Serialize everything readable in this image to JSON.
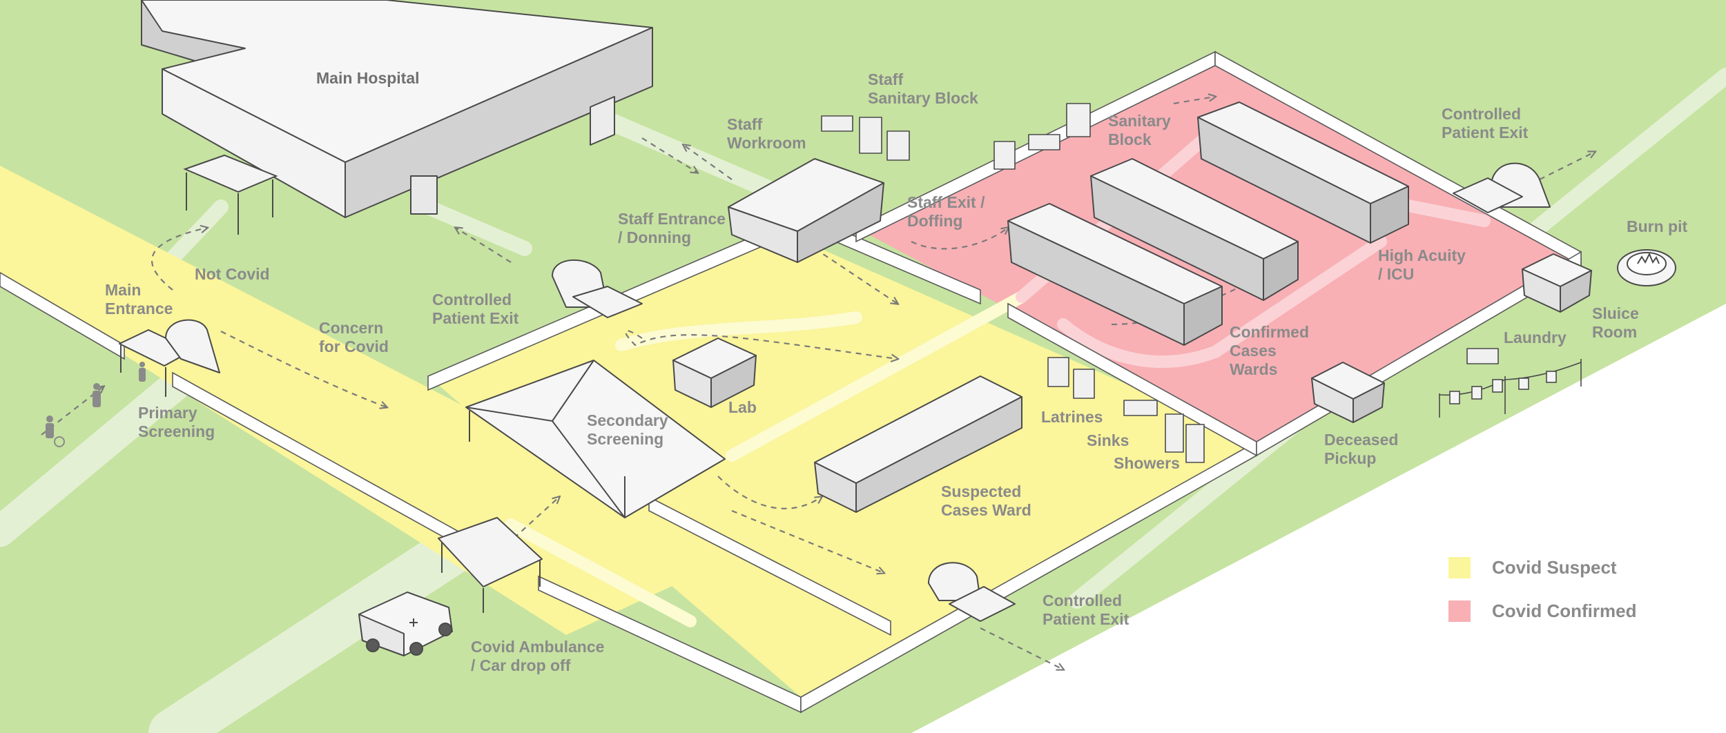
{
  "labels": {
    "main_hospital": "Main Hospital",
    "staff_sanitary_block": [
      "Staff",
      "Sanitary Block"
    ],
    "staff_workroom": [
      "Staff",
      "Workroom"
    ],
    "sanitary_block": [
      "Sanitary",
      "Block"
    ],
    "controlled_patient_exit_ne": [
      "Controlled",
      "Patient Exit"
    ],
    "staff_exit_doffing": [
      "Staff Exit /",
      "Doffing"
    ],
    "staff_entrance_donning": [
      "Staff Entrance",
      "/ Donning"
    ],
    "burn_pit": "Burn pit",
    "high_acuity_icu": [
      "High Acuity",
      "/ ICU"
    ],
    "not_covid": "Not Covid",
    "main_entrance": [
      "Main",
      "Entrance"
    ],
    "controlled_patient_exit_w": [
      "Controlled",
      "Patient Exit"
    ],
    "concern_for_covid": [
      "Concern",
      "for Covid"
    ],
    "confirmed_cases_wards": [
      "Confirmed",
      "Cases",
      "Wards"
    ],
    "sluice_room": [
      "Sluice",
      "Room"
    ],
    "laundry": "Laundry",
    "primary_screening": [
      "Primary",
      "Screening"
    ],
    "secondary_screening": [
      "Secondary",
      "Screening"
    ],
    "lab": "Lab",
    "latrines": "Latrines",
    "sinks": "Sinks",
    "showers": "Showers",
    "deceased_pickup": [
      "Deceased",
      "Pickup"
    ],
    "suspected_cases_ward": [
      "Suspected",
      "Cases Ward"
    ],
    "controlled_patient_exit_s": [
      "Controlled",
      "Patient Exit"
    ],
    "covid_ambulance": [
      "Covid Ambulance",
      "/ Car drop off"
    ]
  },
  "legend": [
    {
      "label": "Covid Suspect",
      "color": "#fbf59b"
    },
    {
      "label": "Covid Confirmed",
      "color": "#f8b0b5"
    }
  ],
  "colors": {
    "grass": "#c6e3a1",
    "path": "#e4f0d4",
    "suspect_zone": "#fbf59b",
    "confirmed_zone": "#f8b0b5",
    "building_roof": "#f5f5f5",
    "building_wall": "#cfcfcf",
    "outline": "#4a4a4a",
    "label_text": "#8a8a8a"
  }
}
